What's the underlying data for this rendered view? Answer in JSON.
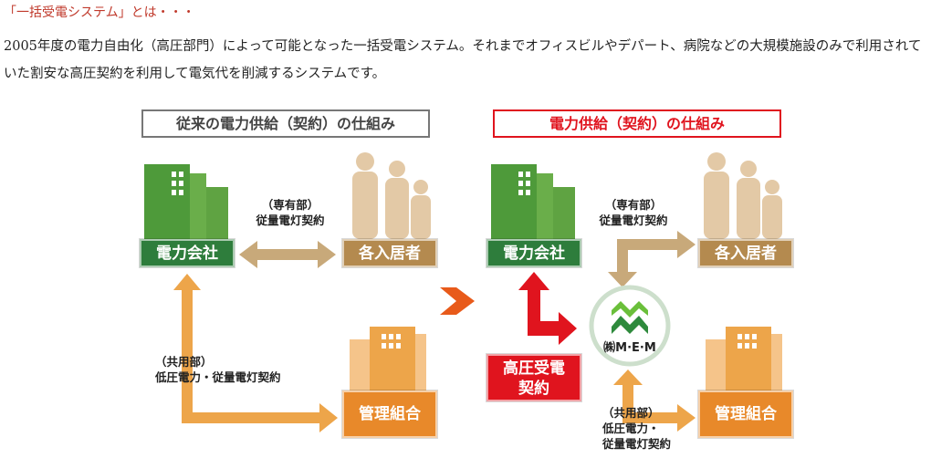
{
  "title": "「一括受電システム」とは・・・",
  "paragraph": "2005年度の電力自由化（高圧部門）によって可能となった一括受電システム。それまでオフィスビルやデパート、病院などの大規模施設のみで利用されていた割安な高圧契約を利用して電気代を削減するシステムです。",
  "left": {
    "header": "従来の電力供給（契約）の仕組み",
    "company": "電力会社",
    "residents": "各入居者",
    "management": "管理組合",
    "private_note": [
      "（専有部）",
      "従量電灯契約"
    ],
    "common_note": [
      "（共用部）",
      "低圧電力・従量電灯契約"
    ]
  },
  "right": {
    "header": "電力供給（契約）の仕組み",
    "company": "電力会社",
    "residents": "各入居者",
    "management": "管理組合",
    "contract": [
      "高圧受電",
      "契約"
    ],
    "mem": "㈱M·E·M",
    "private_note": [
      "（専有部）",
      "従量電灯契約"
    ],
    "common_note": [
      "（共用部）",
      "低圧電力・",
      "従量電灯契約"
    ]
  },
  "colors": {
    "green": "#2e7d3c",
    "tan": "#c8a97a",
    "orange": "#eda54a",
    "red": "#e0141e",
    "arrow": "#e85a1a"
  }
}
